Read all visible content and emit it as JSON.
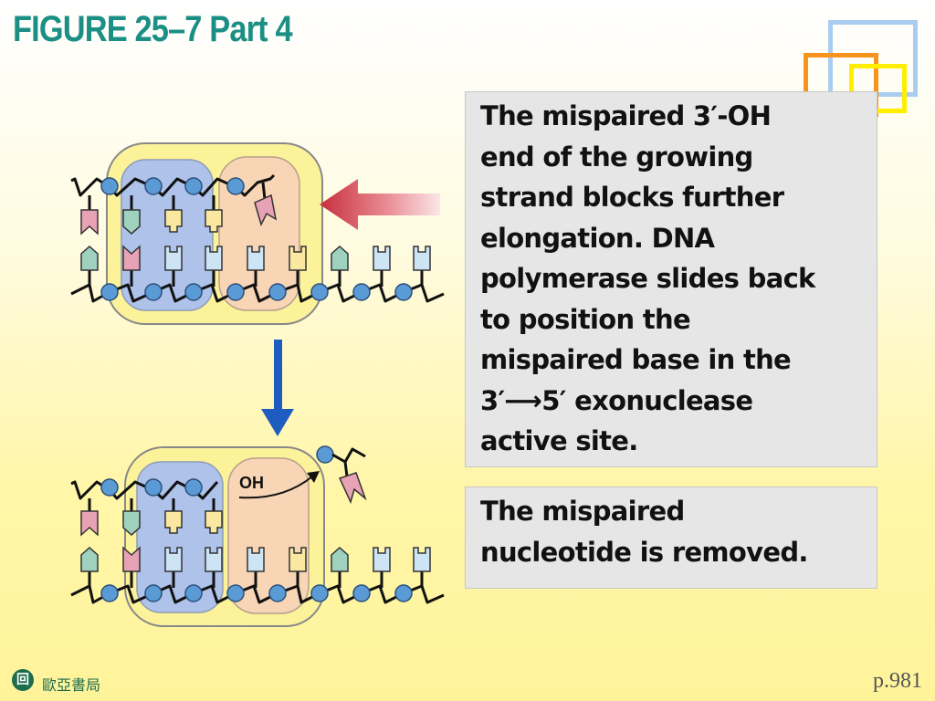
{
  "title": "FIGURE 25–7 Part 4",
  "colors": {
    "title": "#1c8f85",
    "strand": "#111111",
    "phosphate": "#5b9bd5",
    "polymerase_outer": "#fbf29a",
    "polymerase_blue": "#aec2ea",
    "polymerase_orange": "#f8d5b5",
    "arrow_red": "#c62f3f",
    "arrow_blue": "#1f5cbf",
    "base_pink": "#e8a2b6",
    "base_green": "#9fd1bf",
    "base_yellow": "#fbe8a0",
    "base_lightblue": "#cde4f5"
  },
  "steps": [
    {
      "lines": [
        "The mispaired 3′-OH",
        "end of the growing",
        "strand blocks further",
        "elongation. DNA",
        "polymerase slides back",
        "to position the",
        "mispaired base in the",
        "3′⟶5′ exonuclease",
        "active site."
      ]
    },
    {
      "lines": [
        "The mispaired",
        "nucleotide is removed."
      ]
    }
  ],
  "diagram": {
    "oh_label": "OH"
  },
  "footer": {
    "logo_glyph": "回",
    "publisher": "歐亞書局",
    "page": "p.981"
  }
}
